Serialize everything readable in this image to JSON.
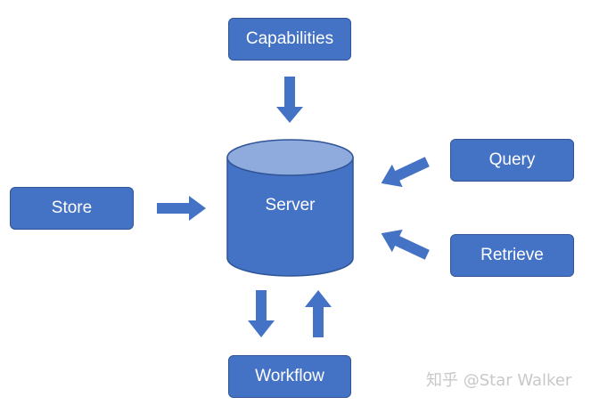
{
  "nodes": {
    "capabilities": "Capabilities",
    "store": "Store",
    "server": "Server",
    "query": "Query",
    "retrieve": "Retrieve",
    "workflow": "Workflow"
  },
  "watermark": "知乎 @Star Walker",
  "colors": {
    "box_fill": "#4472c4",
    "box_border": "#2f5597",
    "arrow": "#4472c4",
    "cylinder_top": "#8faadc"
  }
}
